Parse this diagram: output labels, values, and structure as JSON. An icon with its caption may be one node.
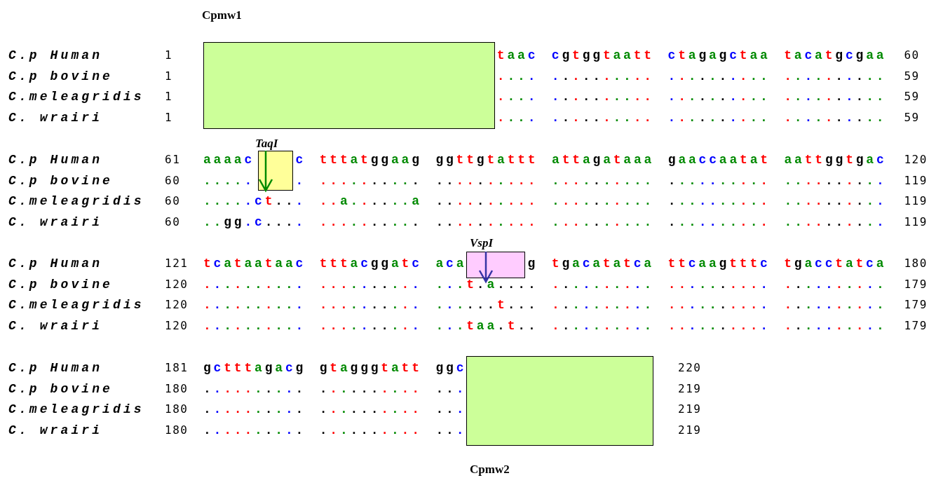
{
  "diagram": {
    "nodes": [
      {
        "text": [
          "Cpmw1"
        ]
      },
      {
        "text": [
          "TaqI"
        ]
      },
      {
        "text": [
          "VspI"
        ]
      },
      {
        "text": [
          "Cpmw2"
        ]
      }
    ],
    "labels": [
      "C.p Human",
      "1",
      "taac cgtggtaatt ctagagctaa tacatgcgaa",
      "60",
      "C.p bovine",
      "1",
      ".... .......... .......... ..........",
      "59",
      "C.meleagridis",
      "1",
      ".... .......... .......... ..........",
      "59",
      "C. wrairi",
      "1",
      ".... .......... .......... ..........",
      "59",
      "C.p Human",
      "61",
      "aaaac c tttatggaag ggttgtattt attagataaa gaaccaatat aattggtgac",
      "120",
      "C.p bovine",
      "60",
      "..... . .......... .......... .......... .......... ..........",
      "119",
      "C.meleagridis",
      "60",
      ".....ct... ..a......a .......... .......... .......... ..........",
      "119",
      "C. wrairi",
      "60",
      "..gg.c.... .......... .......... .......... .......... ..........",
      "119",
      "C.p Human",
      "121",
      "tcataataac tttacggatc aca",
      "g tgacatatca ttcaagtttc tgacctatca",
      "180",
      "C.p bovine",
      "120",
      ".......... .......... ...t.a.... .......... .......... ..........",
      "179",
      "C.meleagridis",
      "120",
      ".......... .......... ......t... .......... .......... ..........",
      "179",
      "C. wrairi",
      "120",
      ".......... .......... ...taa.t.. .......... .......... ..........",
      "179",
      "C.p Human",
      "181",
      "gctttagacg gtagggtatt ggc",
      "220",
      "C.p bovine",
      "180",
      ".......... .......... ...",
      "219",
      "C.meleagridis",
      "180",
      ".......... .......... ...",
      "219",
      "C. wrairi",
      "180",
      ".......... .......... ...",
      "219"
    ]
  }
}
